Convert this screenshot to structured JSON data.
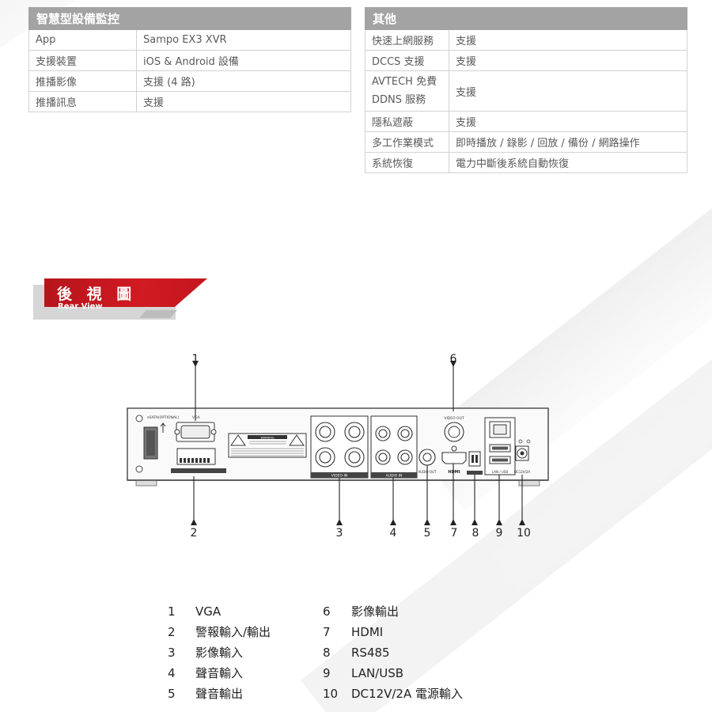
{
  "smart_monitoring": {
    "title": "智慧型設備監控",
    "rows": [
      {
        "label": "App",
        "value": "Sampo EX3 XVR"
      },
      {
        "label": "支援裝置",
        "value": "iOS & Android  設備"
      },
      {
        "label": "推播影像",
        "value": "支援 (4 路)"
      },
      {
        "label": "推播訊息",
        "value": "支援"
      }
    ]
  },
  "others": {
    "title": "其他",
    "rows": [
      {
        "label": "快速上網服務",
        "value": "支援"
      },
      {
        "label": "DCCS  支援",
        "value": "支援"
      },
      {
        "label_line1": "AVTECH 免費",
        "label_line2": "DDNS 服務",
        "value": "支援"
      },
      {
        "label": "隱私遮蔽",
        "value": "支援"
      },
      {
        "label": "多工作業模式",
        "value": "即時播放  /  錄影  /  回放  /  備份  /  網路操作"
      },
      {
        "label": "系統恢復",
        "value": "電力中斷後系統自動恢復"
      }
    ]
  },
  "section": {
    "title": "後 視 圖",
    "subtitle": "Rear View"
  },
  "panel_labels": {
    "esata": "eSATA(OPTIONAL)",
    "vga": "VGA",
    "warning": "WARNING",
    "video_in": "VIDEO IN",
    "audio_in": "AUDIO IN",
    "audio_out": "AUDIO OUT",
    "video_out": "VIDEO OUT",
    "hdmi": "HDMI",
    "lan_usb": "LAN / USB",
    "dc": "DC12V/2A"
  },
  "callouts": [
    "1",
    "2",
    "3",
    "4",
    "5",
    "6",
    "7",
    "8",
    "9",
    "10"
  ],
  "legend_left": [
    {
      "num": "1",
      "label": "VGA"
    },
    {
      "num": "2",
      "label": "警報輸入/輸出"
    },
    {
      "num": "3",
      "label": "影像輸入"
    },
    {
      "num": "4",
      "label": "聲音輸入"
    },
    {
      "num": "5",
      "label": "聲音輸出"
    }
  ],
  "legend_right": [
    {
      "num": "6",
      "label": "影像輸出"
    },
    {
      "num": "7",
      "label": "HDMI"
    },
    {
      "num": "8",
      "label": "RS485"
    },
    {
      "num": "9",
      "label": "LAN/USB"
    },
    {
      "num": "10",
      "label": "DC12V/2A 電源輸入"
    }
  ],
  "colors": {
    "header_grey": "#a3a3a3",
    "banner_red": "#c8171f",
    "border": "#d2d2d2"
  }
}
